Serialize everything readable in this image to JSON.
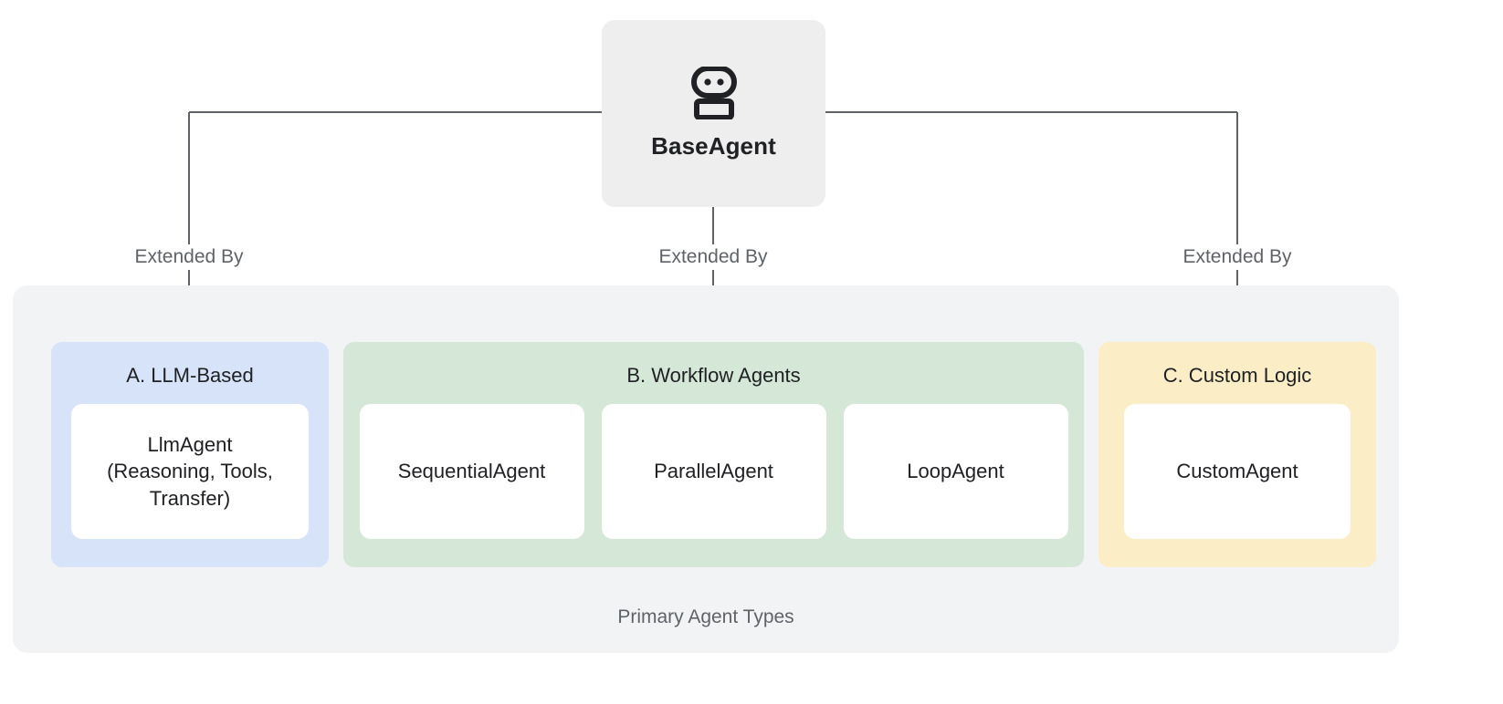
{
  "root": {
    "label": "BaseAgent",
    "icon": "robot-icon"
  },
  "edges": {
    "left_label": "Extended By",
    "middle_label": "Extended By",
    "right_label": "Extended By"
  },
  "group": {
    "caption": "Primary Agent Types"
  },
  "categories": [
    {
      "id": "llm",
      "title": "A. LLM-Based",
      "color": "#d7e3f9",
      "items": [
        {
          "label": "LlmAgent\n(Reasoning, Tools,\nTransfer)"
        }
      ]
    },
    {
      "id": "workflow",
      "title": "B. Workflow Agents",
      "color": "#d5e8d8",
      "items": [
        {
          "label": "SequentialAgent"
        },
        {
          "label": "ParallelAgent"
        },
        {
          "label": "LoopAgent"
        }
      ]
    },
    {
      "id": "custom",
      "title": "C. Custom Logic",
      "color": "#fbeec6",
      "items": [
        {
          "label": "CustomAgent"
        }
      ]
    }
  ],
  "colors": {
    "root_fill": "#eeeeee",
    "group_fill": "#f1f3f4",
    "card_fill": "#ffffff",
    "connector": "#5f6368",
    "text_primary": "#202124",
    "text_muted": "#5f6368"
  }
}
